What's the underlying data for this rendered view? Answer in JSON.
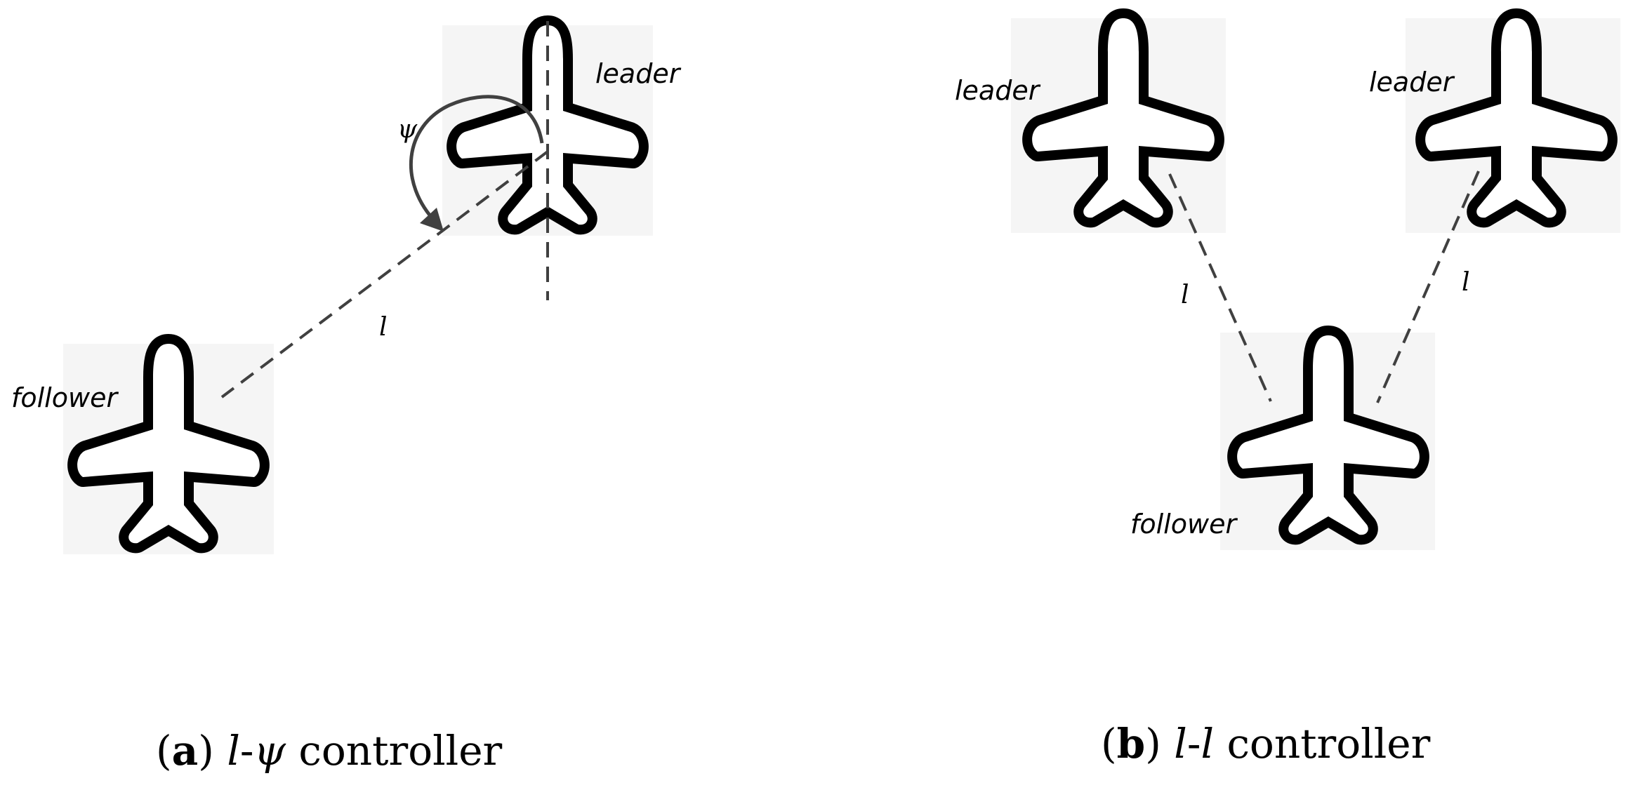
{
  "panel_a": {
    "leader_label": "leader",
    "follower_label": "follower",
    "angle_label": "ψ",
    "distance_label": "l",
    "caption": {
      "open": "(",
      "letter": "a",
      "close": ")",
      "var1": "l",
      "dash": "-",
      "var2": "ψ",
      "text": " controller"
    }
  },
  "panel_b": {
    "left_leader_label": "leader",
    "right_leader_label": "leader",
    "follower_label": "follower",
    "left_distance_label": "l",
    "right_distance_label": "l",
    "caption": {
      "open": "(",
      "letter": "b",
      "close": ")",
      "var1": "l",
      "dash": "-",
      "var2": "l",
      "text": " controller"
    }
  },
  "colors": {
    "tile": "#f5f5f5",
    "plane": "#000000",
    "dashed_line": "#404040"
  },
  "icons": {
    "aircraft": "airplane-icon"
  }
}
